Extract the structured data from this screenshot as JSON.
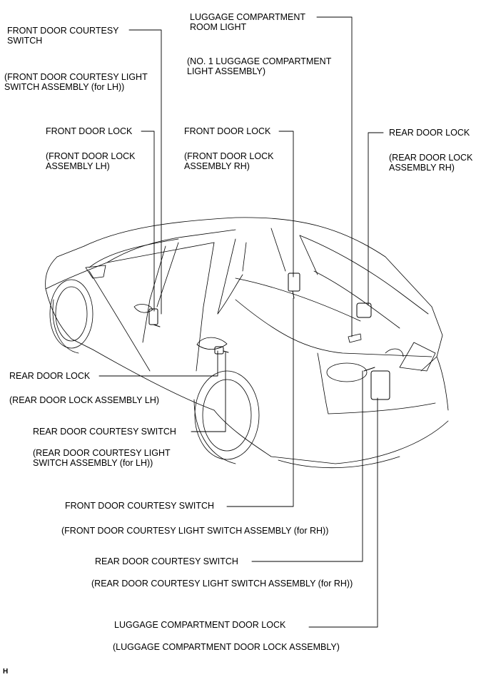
{
  "callouts": {
    "luggage_room_light": {
      "name": "LUGGAGE COMPARTMENT\nROOM LIGHT",
      "part": "(NO. 1 LUGGAGE COMPARTMENT\nLIGHT ASSEMBLY)"
    },
    "front_courtesy_lh": {
      "name": "FRONT DOOR COURTESY\nSWITCH",
      "part": "(FRONT DOOR COURTESY LIGHT\nSWITCH ASSEMBLY (for LH))"
    },
    "front_lock_lh": {
      "name": "FRONT DOOR LOCK",
      "part": "(FRONT DOOR LOCK\nASSEMBLY LH)"
    },
    "front_lock_rh": {
      "name": "FRONT DOOR LOCK",
      "part": "(FRONT DOOR LOCK\nASSEMBLY RH)"
    },
    "rear_lock_rh": {
      "name": "REAR DOOR LOCK",
      "part": "(REAR DOOR LOCK\nASSEMBLY RH)"
    },
    "rear_lock_lh": {
      "name": "REAR DOOR LOCK",
      "part": "(REAR DOOR LOCK ASSEMBLY LH)"
    },
    "rear_courtesy_lh": {
      "name": "REAR DOOR COURTESY SWITCH",
      "part": "(REAR DOOR COURTESY LIGHT\nSWITCH ASSEMBLY (for LH))"
    },
    "front_courtesy_rh": {
      "name": "FRONT DOOR COURTESY SWITCH",
      "part": "(FRONT DOOR COURTESY LIGHT SWITCH ASSEMBLY (for RH))"
    },
    "rear_courtesy_rh": {
      "name": "REAR DOOR COURTESY SWITCH",
      "part": "(REAR DOOR COURTESY LIGHT SWITCH ASSEMBLY (for RH))"
    },
    "luggage_door_lock": {
      "name": "LUGGAGE COMPARTMENT DOOR LOCK",
      "part": "(LUGGAGE COMPARTMENT DOOR LOCK ASSEMBLY)"
    }
  },
  "figure_code": "H"
}
